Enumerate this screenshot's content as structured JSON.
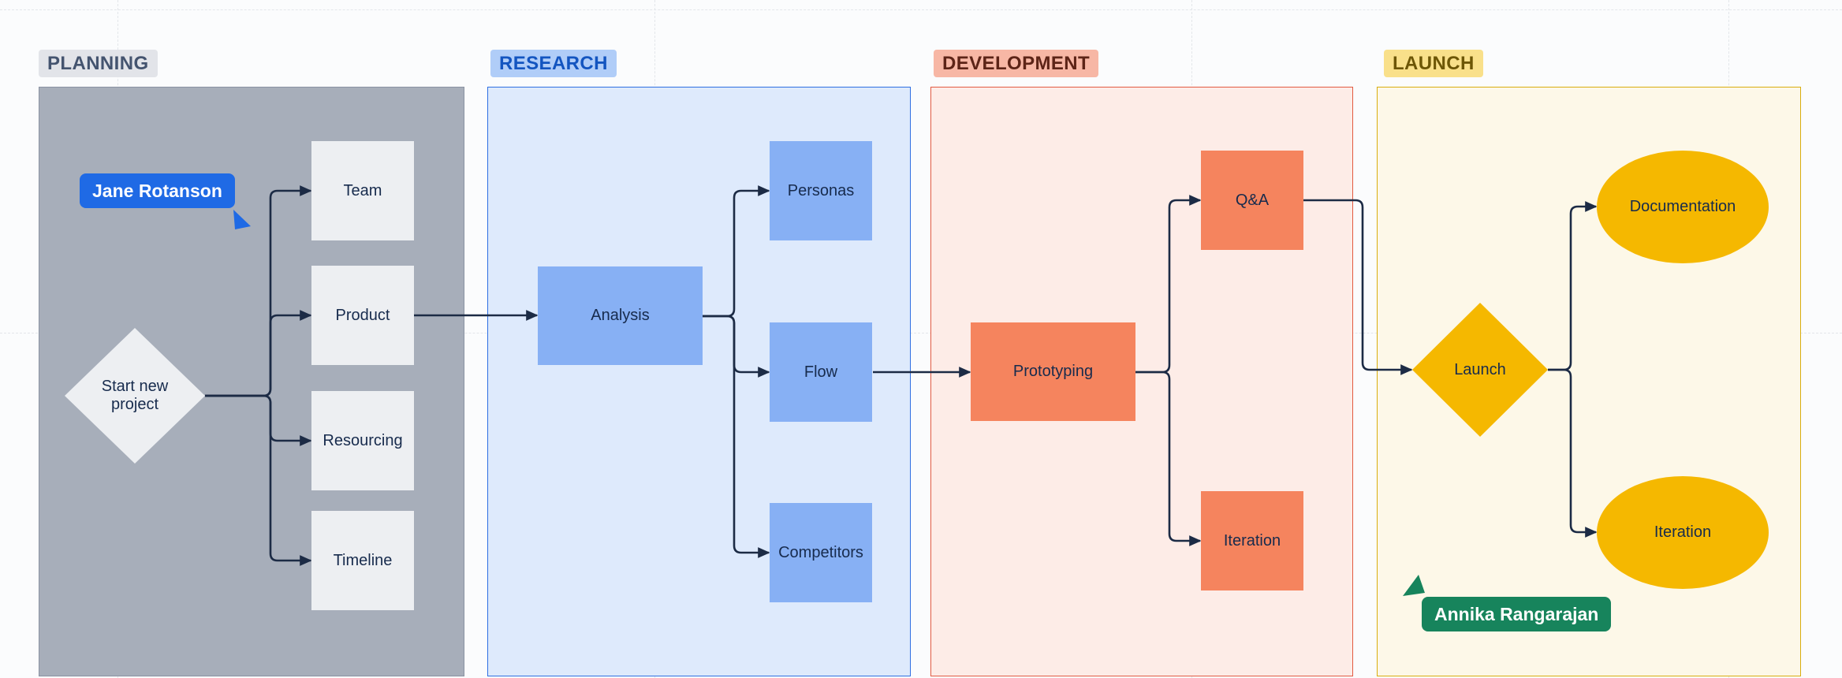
{
  "frames": {
    "planning": {
      "label": "PLANNING",
      "fill": "#a7aeba",
      "border": "#8a93a2",
      "label_bg": "#e2e4e9",
      "label_color": "#44546f"
    },
    "research": {
      "label": "RESEARCH",
      "fill": "#deeafc",
      "border": "#2e6fe2",
      "label_bg": "#b0cdf8",
      "label_color": "#1355c0"
    },
    "development": {
      "label": "DEVELOPMENT",
      "fill": "#fdece7",
      "border": "#e25a41",
      "label_bg": "#f7b7a5",
      "label_color": "#5d2417"
    },
    "launch": {
      "label": "LAUNCH",
      "fill": "#fdf8e8",
      "border": "#d9ad0e",
      "label_bg": "#f9e08a",
      "label_color": "#6d5606"
    }
  },
  "nodes": {
    "start_new_project": {
      "label": "Start new project",
      "shape": "diamond",
      "fill": "#edeff2"
    },
    "team": {
      "label": "Team",
      "shape": "rect",
      "fill": "#edeff2"
    },
    "product": {
      "label": "Product",
      "shape": "rect",
      "fill": "#edeff2"
    },
    "resourcing": {
      "label": "Resourcing",
      "shape": "rect",
      "fill": "#edeff2"
    },
    "timeline": {
      "label": "Timeline",
      "shape": "rect",
      "fill": "#edeff2"
    },
    "analysis": {
      "label": "Analysis",
      "shape": "rect",
      "fill": "#87b0f4"
    },
    "personas": {
      "label": "Personas",
      "shape": "rect",
      "fill": "#87b0f4"
    },
    "flow": {
      "label": "Flow",
      "shape": "rect",
      "fill": "#87b0f4"
    },
    "competitors": {
      "label": "Competitors",
      "shape": "rect",
      "fill": "#87b0f4"
    },
    "prototyping": {
      "label": "Prototyping",
      "shape": "rect",
      "fill": "#f5845e"
    },
    "qa": {
      "label": "Q&A",
      "shape": "rect",
      "fill": "#f5845e"
    },
    "iteration_dev": {
      "label": "Iteration",
      "shape": "rect",
      "fill": "#f5845e"
    },
    "launch": {
      "label": "Launch",
      "shape": "diamond",
      "fill": "#f5b800"
    },
    "documentation": {
      "label": "Documentation",
      "shape": "ellipse",
      "fill": "#f5b800"
    },
    "iteration_launch": {
      "label": "Iteration",
      "shape": "ellipse",
      "fill": "#f5b800"
    }
  },
  "cursors": {
    "jane": {
      "name": "Jane Rotanson",
      "color": "#1f6ae5"
    },
    "annika": {
      "name": "Annika Rangarajan",
      "color": "#17845c"
    }
  },
  "connector_color": "#1c2b45"
}
